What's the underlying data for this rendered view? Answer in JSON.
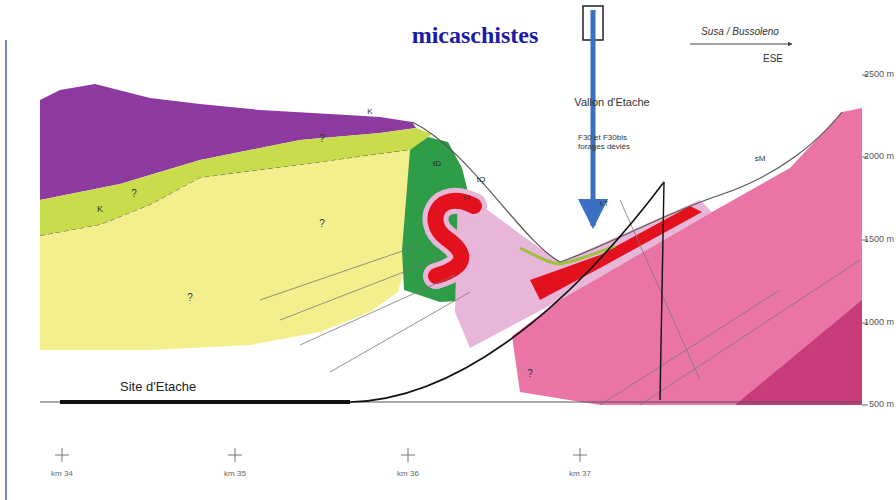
{
  "diagram": {
    "labels": [
      "micaschistes",
      "Susa / Bussoleno",
      "ESE",
      "2500 m",
      "Vallon d'Etache",
      "sM",
      "K",
      "tD",
      "tQ",
      "r-t",
      "F30 et F30bis forages déviés",
      "t-T",
      "2000 m",
      "K",
      "?",
      "?",
      "?",
      "?",
      "?",
      "1500 m",
      "1000 m",
      "Site d'Etache",
      "500 m",
      "km 34",
      "km 35",
      "km 36",
      "km 37"
    ]
  }
}
